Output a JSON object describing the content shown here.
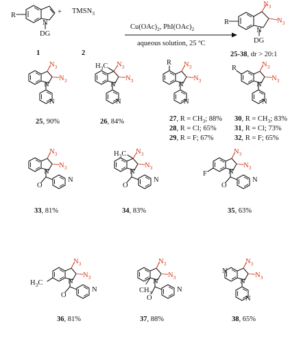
{
  "reaction": {
    "sm1_label": "1",
    "sm2_formula": "TMSN",
    "sm2_sub": "3",
    "sm2_label": "2",
    "plus": "+",
    "reagent_line1": "Cu(OAc)",
    "reagent_line1_sub": "2",
    "reagent_line1b": ",  PhI(OAc)",
    "reagent_line1b_sub": "2",
    "reagent_line2": "aqueous solution, 25 ºC",
    "product_label": "25-38",
    "product_dr": ", dr > 20:1",
    "R": "R",
    "N": "N",
    "DG": "DG"
  },
  "atoms": {
    "N3": "N",
    "N3_sub": "3",
    "N": "N",
    "H3C": "H",
    "H3C_sub": "3",
    "H3C_C": "C",
    "O": "O",
    "R": "R",
    "F": "F",
    "CH3": "CH"
  },
  "products": [
    {
      "id": "25",
      "caption": ", 90%"
    },
    {
      "id": "26",
      "caption": ", 84%"
    },
    {
      "id": "27",
      "caption": ", R = CH",
      "caption_sub": "3",
      "caption_end": "; 88%"
    },
    {
      "id": "28",
      "caption": ", R = Cl; 65%"
    },
    {
      "id": "29",
      "caption": ", R = F; 67%"
    },
    {
      "id": "30",
      "caption": ", R = CH",
      "caption_sub": "3",
      "caption_end": "; 83%"
    },
    {
      "id": "31",
      "caption": ", R = Cl; 73%"
    },
    {
      "id": "32",
      "caption": ", R = F; 65%"
    },
    {
      "id": "33",
      "caption": ",  81%"
    },
    {
      "id": "34",
      "caption": ", 83%"
    },
    {
      "id": "35",
      "caption": ", 63%"
    },
    {
      "id": "36",
      "caption": ", 81%"
    },
    {
      "id": "37",
      "caption": ", 88%"
    },
    {
      "id": "38",
      "caption": ", 65%"
    }
  ],
  "colors": {
    "azide": "#d23a1e",
    "ink": "#111111"
  }
}
